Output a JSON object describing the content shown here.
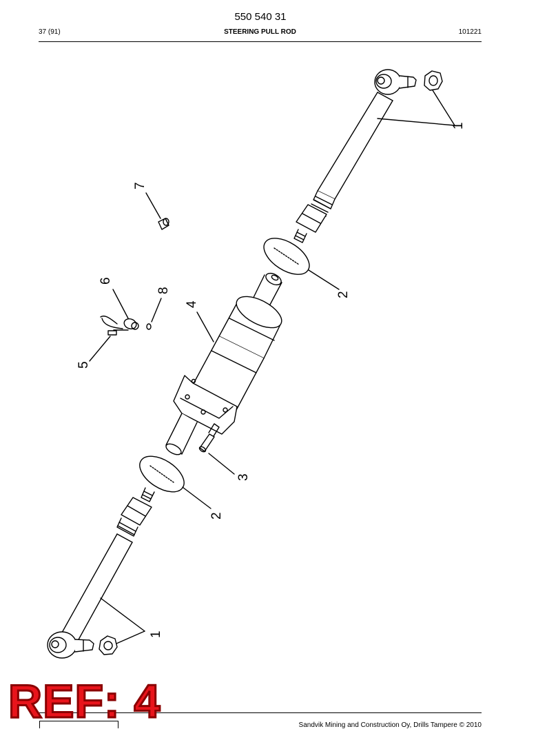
{
  "header": {
    "doc_number": "550 540 31",
    "page": "37 (91)",
    "title": "STEERING PULL ROD",
    "date_code": "101221"
  },
  "callouts": {
    "rod_end_upper": "1",
    "disc_upper": "2",
    "screw": "3",
    "cylinder": "4",
    "fitting": "5",
    "sensor": "6",
    "cap": "7",
    "o_ring": "8",
    "disc_lower": "2",
    "rod_end_lower": "1"
  },
  "footer": {
    "copyright": "Sandvik Mining and Construction Oy, Drills Tampere © 2010"
  },
  "stamp": {
    "text": "REF: 4",
    "color": "#e8141b"
  }
}
